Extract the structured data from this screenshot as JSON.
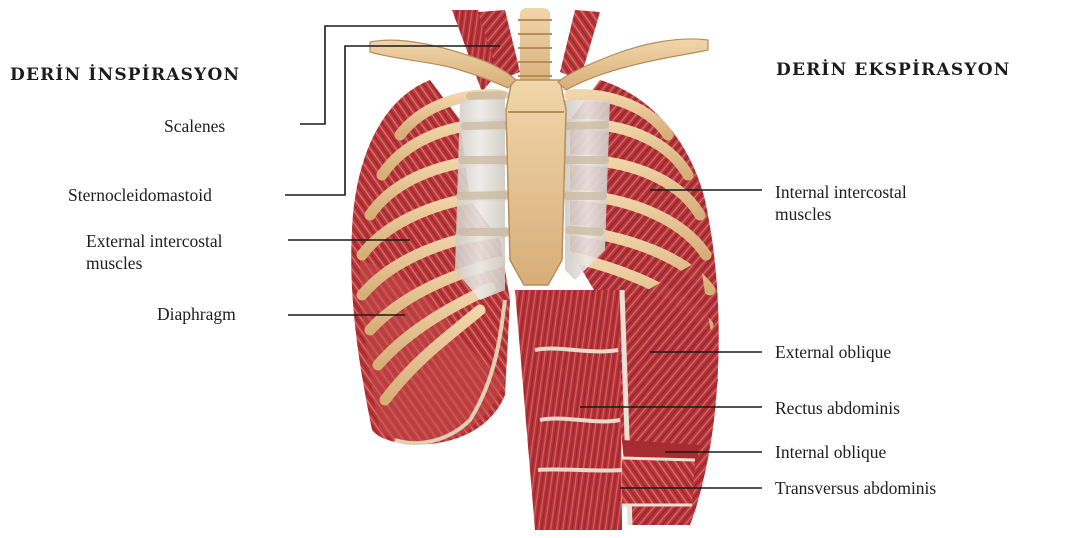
{
  "headings": {
    "left": "DERİN İNSPİRASYON",
    "right": "DERİN EKSPİRASYON"
  },
  "labels": {
    "scalenes": "Scalenes",
    "sternocleidomastoid": "Sternocleidomastoid",
    "external_intercostal_line1": "External intercostal",
    "external_intercostal_line2": "muscles",
    "diaphragm": "Diaphragm",
    "internal_intercostal_line1": "Internal intercostal",
    "internal_intercostal_line2": "muscles",
    "external_oblique": "External oblique",
    "rectus_abdominis": "Rectus abdominis",
    "internal_oblique": "Internal oblique",
    "transversus_abdominis": "Transversus abdominis"
  },
  "colors": {
    "muscle": "#b8363a",
    "muscle_dark": "#8e2228",
    "muscle_light": "#d86a66",
    "bone": "#e8c99a",
    "bone_shadow": "#c79d68",
    "cartilage": "#d9d6d1",
    "leader_line": "#1a1a1a"
  }
}
